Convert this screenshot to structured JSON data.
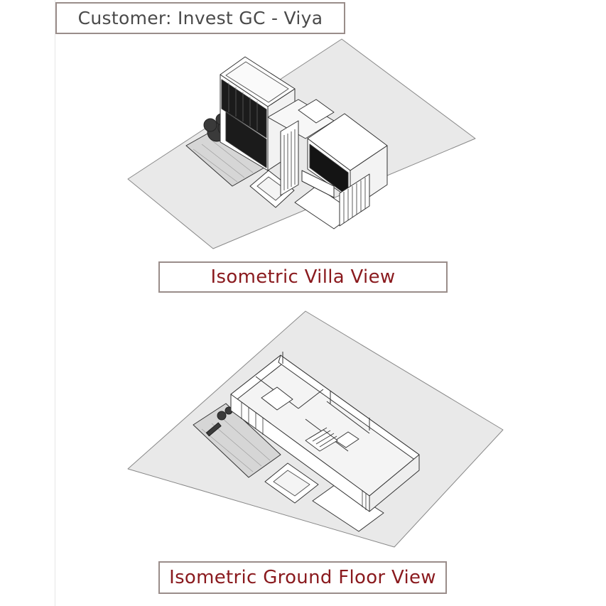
{
  "header": {
    "customer_label": "Customer: Invest GC - Viya"
  },
  "views": [
    {
      "caption": "Isometric Villa View"
    },
    {
      "caption": "Isometric Ground Floor View"
    }
  ],
  "colors": {
    "caption_text": "#8a1a1e",
    "header_text": "#4a4a4a",
    "box_border": "#9a8d8a",
    "ground_plane": "#e9e9e9"
  }
}
